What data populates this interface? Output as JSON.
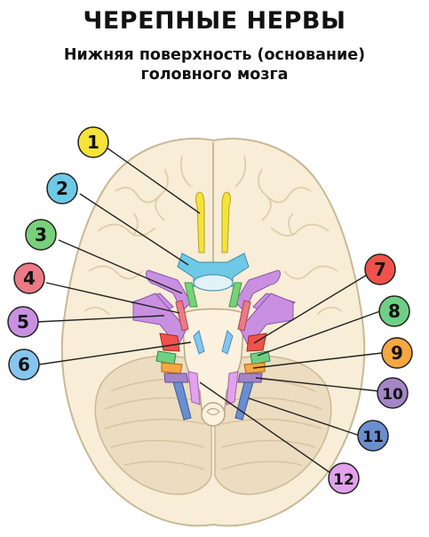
{
  "title": "ЧЕРЕПНЫЕ НЕРВЫ",
  "subtitle_line1": "Нижняя поверхность (основание)",
  "subtitle_line2": "головного мозга",
  "markers": [
    {
      "label": "1",
      "color": "#f5e33a"
    },
    {
      "label": "2",
      "color": "#6ec9e6"
    },
    {
      "label": "3",
      "color": "#78d17a"
    },
    {
      "label": "4",
      "color": "#ec7a86"
    },
    {
      "label": "5",
      "color": "#c990e2"
    },
    {
      "label": "6",
      "color": "#86c6ee"
    },
    {
      "label": "7",
      "color": "#f0524b"
    },
    {
      "label": "8",
      "color": "#6fcf84"
    },
    {
      "label": "9",
      "color": "#f5a742"
    },
    {
      "label": "10",
      "color": "#a485c8"
    },
    {
      "label": "11",
      "color": "#6a8ed0"
    },
    {
      "label": "12",
      "color": "#e1a2eb"
    }
  ]
}
